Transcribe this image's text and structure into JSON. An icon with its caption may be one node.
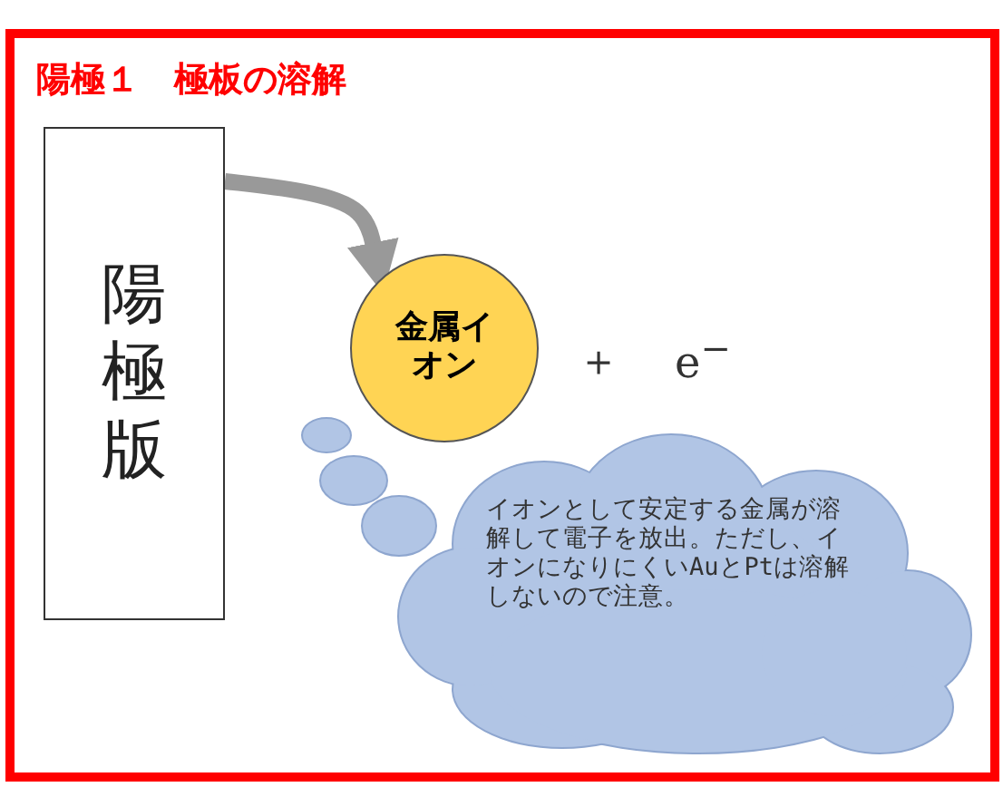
{
  "diagram": {
    "title": "陽極１　極板の溶解",
    "nodes": [
      {
        "text": [
          "陽極版"
        ]
      },
      {
        "text": [
          "金属イオン"
        ]
      },
      {
        "text": [
          "イオンとして安定する金属が溶解して電子を放出。ただし、イオンになりにくいAuとPtは溶解しないので注意。"
        ]
      }
    ],
    "edges": [
      {
        "from": 0,
        "to": 1,
        "arrow": "to",
        "color": "#999999"
      }
    ],
    "labels": [
      "＋",
      "e$^{−}$"
    ]
  }
}
